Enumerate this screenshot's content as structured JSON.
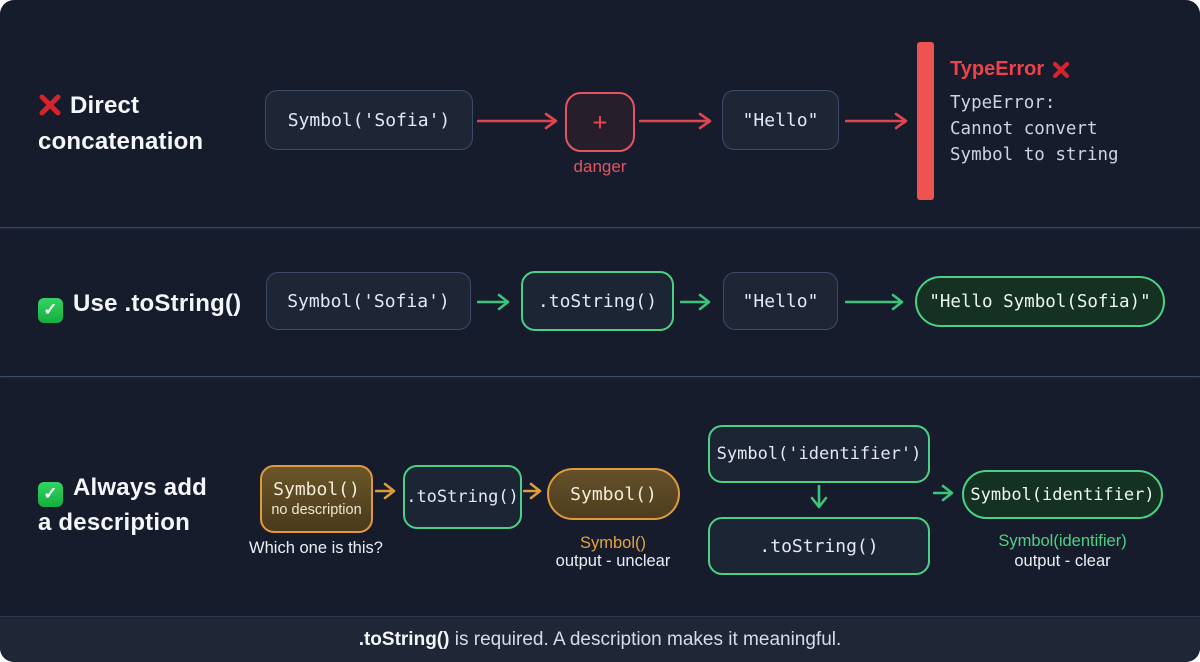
{
  "colors": {
    "background": "#161c2c",
    "danger": "#ef5350",
    "danger_border": "#e25560",
    "success": "#4bd185",
    "warning": "#dd9a3e",
    "box_fill": "#1e2636",
    "footer_bar": "#1f2737"
  },
  "row1": {
    "label_line1": "Direct",
    "label_line2": "concatenation",
    "input": "Symbol('Sofia')",
    "operator": "+",
    "operator_label": "danger",
    "operand": "\"Hello\"",
    "error_title": "TypeError",
    "error_lines": [
      "TypeError:",
      "Cannot convert",
      "Symbol to string"
    ]
  },
  "row2": {
    "label": "Use .toString()",
    "input": "Symbol('Sofia')",
    "method": ".toString()",
    "operand": "\"Hello\"",
    "result": "\"Hello Symbol(Sofia)\""
  },
  "row3": {
    "label_line1": "Always add",
    "label_line2": "a description",
    "no_desc_code": "Symbol()",
    "no_desc_sub": "no description",
    "no_desc_caption": "Which one is this?",
    "method": ".toString()",
    "unclear_output": "Symbol()",
    "unclear_caption_code": "Symbol()",
    "unclear_caption_text": "output - unclear",
    "with_desc_code": "Symbol('identifier')",
    "method2": ".toString()",
    "clear_output": "Symbol(identifier)",
    "clear_caption_code": "Symbol(identifier)",
    "clear_caption_text": "output - clear"
  },
  "footer": {
    "bold": ".toString()",
    "rest": " is required. A description makes it meaningful."
  }
}
